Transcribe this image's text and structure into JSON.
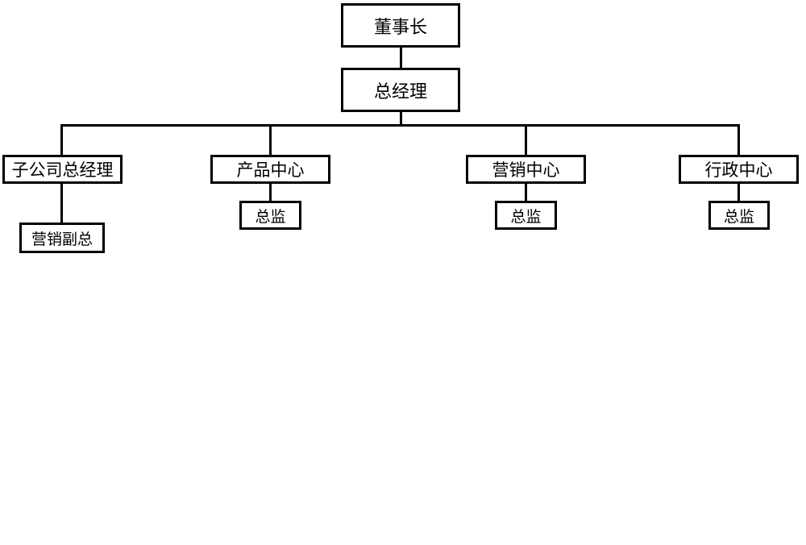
{
  "org_chart": {
    "chairman": "董事长",
    "general_manager": "总经理",
    "subsidiary": {
      "title": "子公司总经理",
      "sub": "营销副总"
    },
    "product": {
      "title": "产品中心",
      "sub": "总监"
    },
    "marketing": {
      "title": "营销中心",
      "sub": "总监"
    },
    "admin": {
      "title": "行政中心",
      "sub": "总监"
    }
  }
}
